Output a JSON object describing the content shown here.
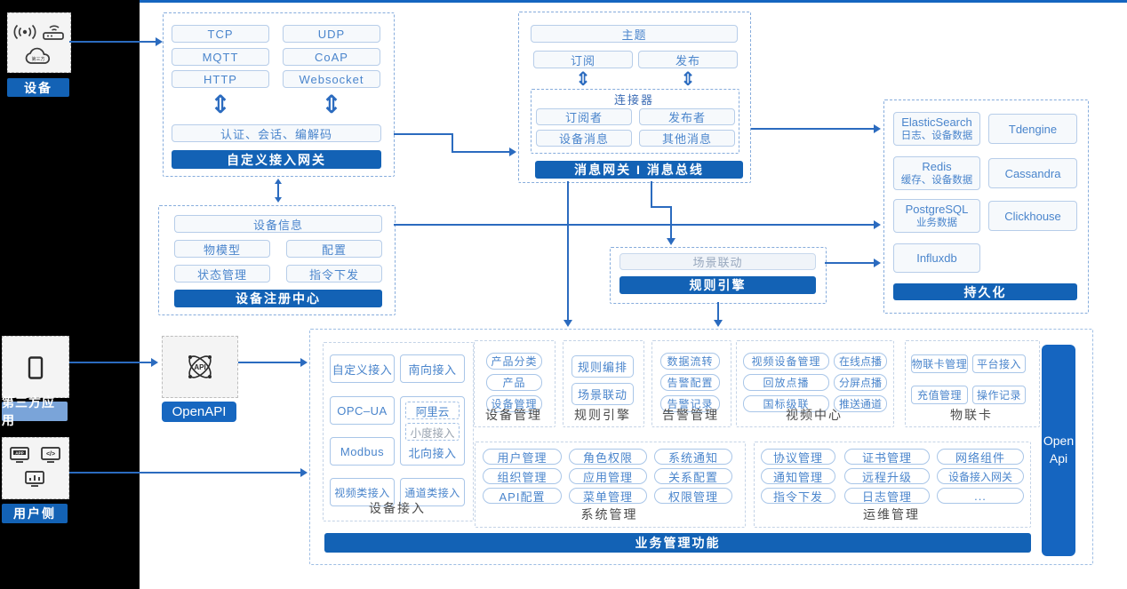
{
  "palette": {
    "accent": "#1362B5",
    "accent_light_label": "#7AA4D9",
    "arrow": "#2B6BBF",
    "pill_text": "#4A85CC",
    "top_line": "#1565C0"
  },
  "icons": {
    "double_arrow": "⇕"
  },
  "left_rail": {
    "device": {
      "label": "设备"
    },
    "third_party": {
      "label": "第三方应用"
    },
    "user_side": {
      "label": "用户侧"
    }
  },
  "custom_gateway": {
    "protocols": [
      "TCP",
      "UDP",
      "MQTT",
      "CoAP",
      "HTTP",
      "Websocket"
    ],
    "middleware": "认证、会话、编解码",
    "title": "自定义接入网关"
  },
  "message_gateway": {
    "topic": "主题",
    "subscribe": "订阅",
    "publish": "发布",
    "connector": {
      "title": "连接器",
      "items": [
        "订阅者",
        "发布者",
        "设备消息",
        "其他消息"
      ]
    },
    "title": "消息网关 I 消息总线"
  },
  "persistence": {
    "stores": [
      {
        "name": "ElasticSearch",
        "desc": "日志、设备数据"
      },
      {
        "name": "Tdengine",
        "desc": ""
      },
      {
        "name": "Redis",
        "desc": "缓存、设备数据"
      },
      {
        "name": "Cassandra",
        "desc": ""
      },
      {
        "name": "PostgreSQL",
        "desc": "业务数据"
      },
      {
        "name": "Clickhouse",
        "desc": ""
      },
      {
        "name": "Influxdb",
        "desc": ""
      }
    ],
    "title": "持久化"
  },
  "device_registry": {
    "items": [
      "设备信息",
      "物模型",
      "配置",
      "状态管理",
      "指令下发"
    ],
    "title": "设备注册中心"
  },
  "rule_engine_core": {
    "scene": "场景联动",
    "title": "规则引擎"
  },
  "openapi": {
    "label": "OpenAPI"
  },
  "business": {
    "title": "业务管理功能",
    "open_api_bar": "Open Api",
    "device_access": {
      "label": "设备接入",
      "pills": [
        "自定义接入",
        "南向接入",
        "OPC–UA",
        "Modbus",
        "视频类接入",
        "通道类接入"
      ],
      "north": {
        "ali": "阿里云",
        "xiaodu": "小度接入",
        "north_label": "北向接入"
      }
    },
    "device_mgmt": {
      "label": "设备管理",
      "pills": [
        "产品分类",
        "产品",
        "设备管理"
      ]
    },
    "rule_engine": {
      "label": "规则引擎",
      "pills": [
        "规则编排",
        "场景联动"
      ]
    },
    "alarm": {
      "label": "告警管理",
      "pills": [
        "数据流转",
        "告警配置",
        "告警记录"
      ]
    },
    "video": {
      "label": "视频中心",
      "pills": [
        "视频设备管理",
        "在线点播",
        "回放点播",
        "分屏点播",
        "国标级联",
        "推送通道"
      ]
    },
    "iot_card": {
      "label": "物联卡",
      "pills": [
        "物联卡管理",
        "平台接入",
        "充值管理",
        "操作记录"
      ]
    },
    "system": {
      "label": "系统管理",
      "pills": [
        "用户管理",
        "角色权限",
        "系统通知",
        "组织管理",
        "应用管理",
        "关系配置",
        "API配置",
        "菜单管理",
        "权限管理"
      ]
    },
    "ops": {
      "label": "运维管理",
      "pills": [
        "协议管理",
        "证书管理",
        "网络组件",
        "通知管理",
        "远程升级",
        "设备接入网关",
        "指令下发",
        "日志管理",
        "..."
      ]
    }
  }
}
